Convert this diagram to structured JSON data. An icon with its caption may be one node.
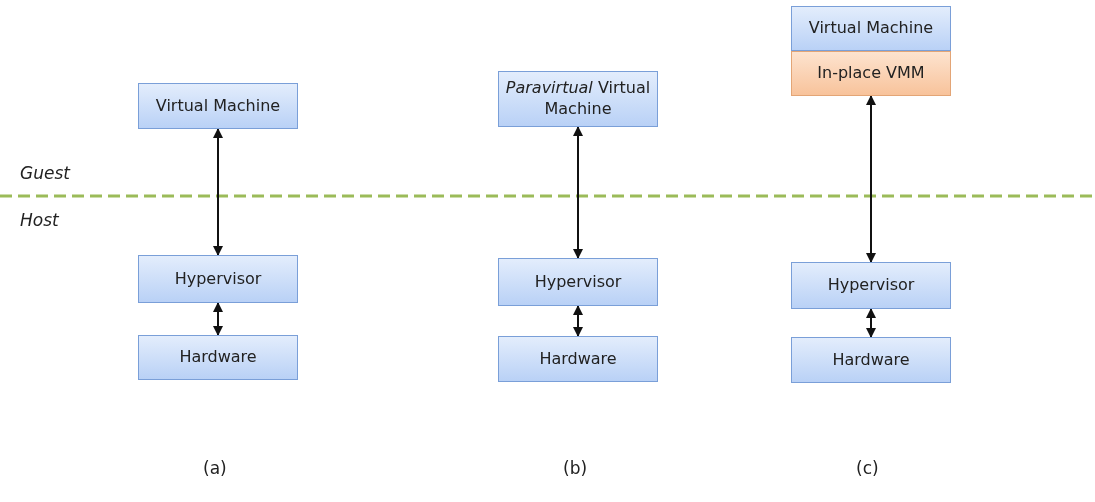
{
  "diagram": {
    "nodes": [
      {
        "text": [
          "Virtual Machine"
        ]
      },
      {
        "text": [
          "Hypervisor"
        ]
      },
      {
        "text": [
          "Hardware"
        ]
      },
      {
        "text": [
          "*Paravirtual* Virtual Machine"
        ]
      },
      {
        "text": [
          "Hypervisor"
        ]
      },
      {
        "text": [
          "Hardware"
        ]
      },
      {
        "text": [
          "Virtual Machine"
        ]
      },
      {
        "text": [
          "In-place VMM"
        ]
      },
      {
        "text": [
          "Hypervisor"
        ]
      },
      {
        "text": [
          "Hardware"
        ]
      }
    ],
    "edges": [
      {
        "from": 0,
        "to": 1,
        "arrow": "both"
      },
      {
        "from": 1,
        "to": 2,
        "arrow": "both"
      },
      {
        "from": 3,
        "to": 4,
        "arrow": "both"
      },
      {
        "from": 4,
        "to": 5,
        "arrow": "both"
      },
      {
        "from": 7,
        "to": 8,
        "arrow": "both"
      },
      {
        "from": 8,
        "to": 9,
        "arrow": "both"
      }
    ],
    "labels": [
      "Guest",
      "Host",
      "(a)",
      "(b)",
      "(c)"
    ]
  }
}
